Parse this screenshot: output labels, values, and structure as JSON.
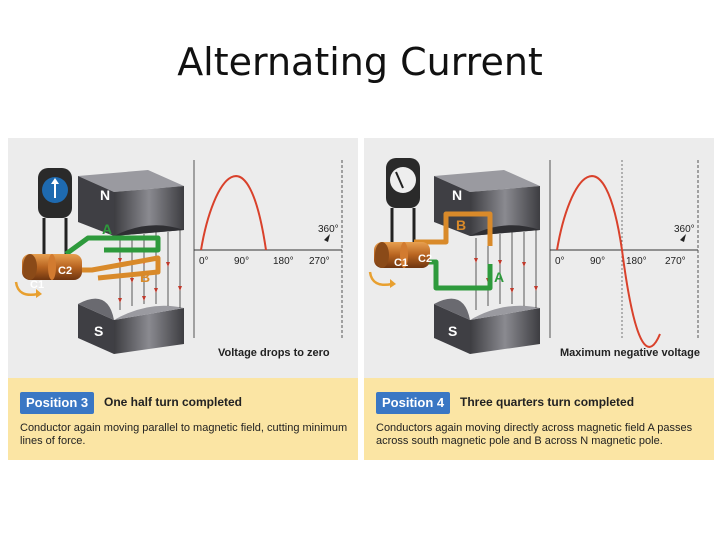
{
  "title": "Alternating Current",
  "panels": [
    {
      "position_label": "Position 3",
      "position_title": "One half turn completed",
      "description": "Conductor again moving parallel to magnetic field, cutting minimum lines of force.",
      "graph_caption": "Voltage drops to zero",
      "ticks": [
        "0°",
        "90°",
        "180°",
        "270°",
        "360°"
      ],
      "pole_north": "N",
      "pole_south": "S",
      "conductor_a": "A",
      "conductor_b": "B",
      "ring_c1": "C1",
      "ring_c2": "C2"
    },
    {
      "position_label": "Position 4",
      "position_title": "Three quarters turn completed",
      "description": "Conductors again moving directly across magnetic field A passes across south magnetic pole and B across N magnetic pole.",
      "graph_caption": "Maximum negative voltage",
      "ticks": [
        "0°",
        "90°",
        "180°",
        "270°",
        "360°"
      ],
      "pole_north": "N",
      "pole_south": "S",
      "conductor_a": "A",
      "conductor_b": "B",
      "ring_c1": "C1",
      "ring_c2": "C2"
    }
  ],
  "colors": {
    "wave": "#d9412b",
    "conductor_a": "#2e9a3c",
    "conductor_b": "#d98a2a",
    "magnet": "#5a5a5e",
    "caption_bg": "#fbe5a4",
    "badge_bg": "#3a77c4"
  }
}
